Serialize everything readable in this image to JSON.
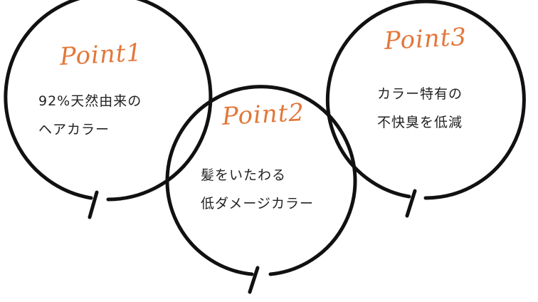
{
  "points": [
    {
      "title": "Point1",
      "lines": [
        "92%天然由来の",
        "ヘアカラー"
      ]
    },
    {
      "title": "Point2",
      "lines": [
        "髪をいたわる",
        "低ダメージカラー"
      ]
    },
    {
      "title": "Point3",
      "lines": [
        "カラー特有の",
        "不快臭を低減"
      ]
    }
  ],
  "colors": {
    "accent": "#e2773a",
    "ring": "#111111",
    "text": "#222222",
    "background": "#ffffff"
  }
}
